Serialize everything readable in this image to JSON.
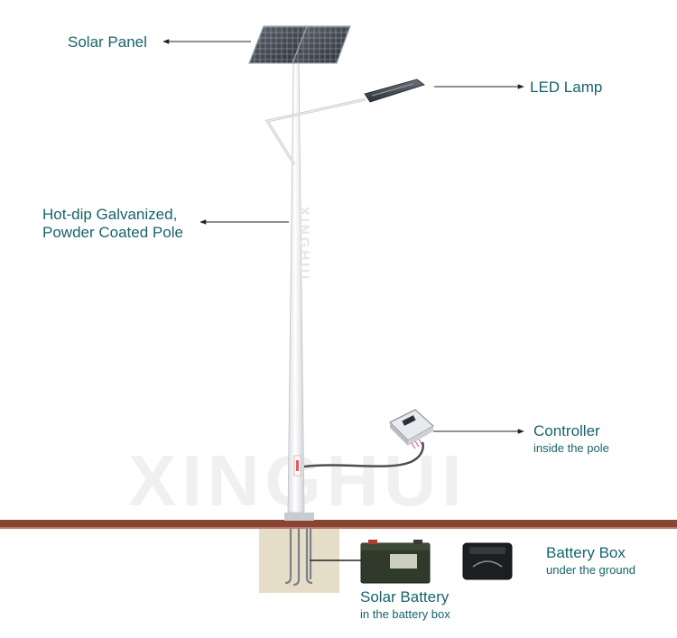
{
  "watermark": {
    "large": "XINGHUI",
    "vertical": "XINGHUI"
  },
  "labels": {
    "solar_panel": "Solar Panel",
    "led_lamp": "LED Lamp",
    "pole_line1": "Hot-dip Galvanized,",
    "pole_line2": "Powder Coated Pole",
    "controller": "Controller",
    "controller_sub": "inside the pole",
    "battery_box": "Battery Box",
    "battery_box_sub": "under the ground",
    "solar_battery": "Solar Battery",
    "solar_battery_sub": "in the battery box"
  },
  "colors": {
    "label_text": "#16646a",
    "ground": "#8a4434",
    "foundation": "#e4dcc6",
    "pole": "#f1f2f4",
    "battery": "#2f3a2a"
  }
}
